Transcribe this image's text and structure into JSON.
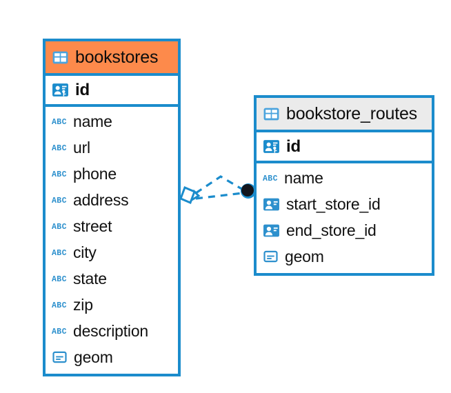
{
  "diagram": {
    "type": "entity-relationship-diagram",
    "background": "#ffffff",
    "accent_color": "#1b8ccc",
    "highlight_color": "#fd8a4b",
    "header_plain_color": "#ebebeb"
  },
  "entities": [
    {
      "name": "bookstores",
      "header_icon": "table-icon",
      "header_style": "accent",
      "primary_key": {
        "label": "id",
        "icon": "primary-key-icon"
      },
      "fields": [
        {
          "label": "name",
          "icon": "text-abc-icon"
        },
        {
          "label": "url",
          "icon": "text-abc-icon"
        },
        {
          "label": "phone",
          "icon": "text-abc-icon"
        },
        {
          "label": "address",
          "icon": "text-abc-icon"
        },
        {
          "label": "street",
          "icon": "text-abc-icon"
        },
        {
          "label": "city",
          "icon": "text-abc-icon"
        },
        {
          "label": "state",
          "icon": "text-abc-icon"
        },
        {
          "label": "zip",
          "icon": "text-abc-icon"
        },
        {
          "label": "description",
          "icon": "text-abc-icon"
        },
        {
          "label": "geom",
          "icon": "geometry-icon"
        }
      ]
    },
    {
      "name": "bookstore_routes",
      "header_icon": "table-icon",
      "header_style": "plain",
      "primary_key": {
        "label": "id",
        "icon": "primary-key-icon"
      },
      "fields": [
        {
          "label": "name",
          "icon": "text-abc-icon"
        },
        {
          "label": "start_store_id",
          "icon": "foreign-key-icon"
        },
        {
          "label": "end_store_id",
          "icon": "foreign-key-icon"
        },
        {
          "label": "geom",
          "icon": "geometry-icon"
        }
      ]
    }
  ],
  "relationship": {
    "style": "dashed",
    "color": "#1b8ccc",
    "source_endpoint": "diamond-endpoint",
    "target_endpoint": "circle-endpoint",
    "from": "bookstores",
    "to": "bookstore_routes"
  }
}
